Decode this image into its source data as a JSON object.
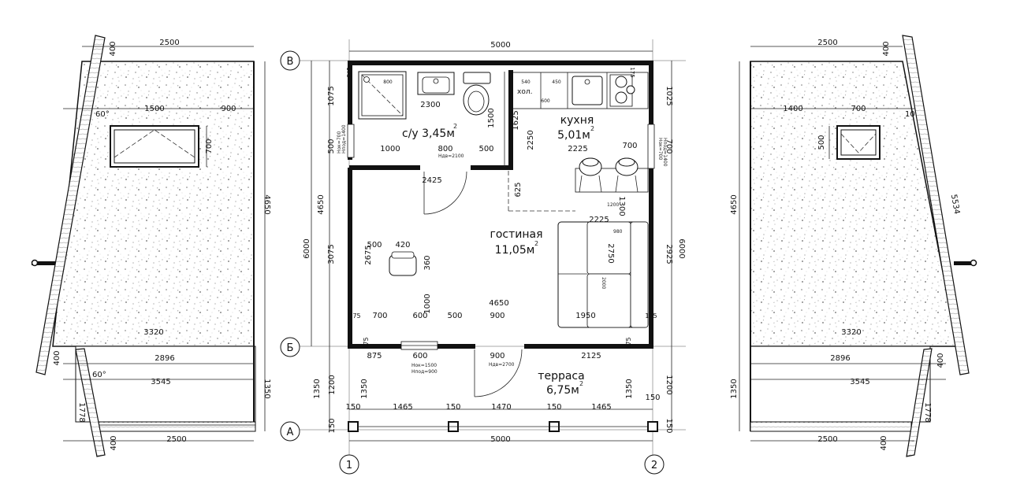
{
  "axes": {
    "V": "В",
    "B": "Б",
    "A": "А",
    "one": "1",
    "two": "2"
  },
  "rooms": {
    "bath_name": "с/у 3,45м",
    "bath_sup": "2",
    "kitchen_name": "кухня",
    "kitchen_area": "5,01м",
    "kitchen_sup": "2",
    "living_name": "гостиная",
    "living_area": "11,05м",
    "living_sup": "2",
    "terrace_name": "терраса",
    "terrace_area": "6,75м",
    "terrace_sup": "2",
    "fridge": "хол."
  },
  "dims": {
    "top5000": "5000",
    "bot5000": "5000",
    "l1075": "1075",
    "l500": "500",
    "l4650": "4650",
    "l3075": "3075",
    "l6000": "6000",
    "l1350": "1350",
    "l1200": "1200",
    "l150": "150",
    "r1025": "1025",
    "r700": "700",
    "r2925": "2925",
    "r6000": "6000",
    "r1350": "1350",
    "r1200": "1200",
    "r150": "150",
    "b800": "800",
    "b2300": "2300",
    "b1500": "1500",
    "b1000": "1000",
    "b800b": "800",
    "b500": "500",
    "k1625": "1625",
    "k2250": "2250",
    "k2225": "2225",
    "k700": "700",
    "k625": "625",
    "k540": "540",
    "k450": "450",
    "k600": "600",
    "c2425": "2425",
    "lv2225": "2225",
    "lv2750": "2750",
    "lv500": "500",
    "lv420": "420",
    "lv360": "360",
    "lv2675": "2675",
    "lv1000": "1000",
    "lv4650": "4650",
    "w700": "700",
    "w600": "600",
    "w500": "500",
    "w900": "900",
    "w1950": "1950",
    "s875": "875",
    "s600": "600",
    "s900": "900",
    "s2125": "2125",
    "t1465a": "1465",
    "t1470": "1470",
    "t1465b": "1465",
    "t150a": "150",
    "t150b": "150",
    "t150c": "150",
    "t150d": "150",
    "n175a": "175",
    "n175b": "175",
    "n175c": "175",
    "n175d": "175",
    "n175e": "175",
    "n175f": "175",
    "lt2500": "2500",
    "lt400": "400",
    "lt1500": "1500",
    "lt900": "900",
    "lt700": "700",
    "lt4650": "4650",
    "lt3320": "3320",
    "lt2896": "2896",
    "lt3545": "3545",
    "lt1350": "1350",
    "lt1778": "1778",
    "lt2500b": "2500",
    "lt400b": "400",
    "lt400c": "400",
    "lt60a": "60°",
    "lt60b": "60°",
    "rt2500": "2500",
    "rt400": "400",
    "rt1400": "1400",
    "rt700": "700",
    "rt500": "500",
    "rt4650": "4650",
    "rt5534": "5534",
    "rt3320": "3320",
    "rt2896": "2896",
    "rt3545": "3545",
    "rt1350": "1350",
    "rt1778": "1778",
    "rt2500b": "2500",
    "rt400b": "400",
    "rt400c": "400",
    "rt10": "10"
  },
  "notes": {
    "door1": "Hдв=2100",
    "door2": "Hдв=2700",
    "win1a": "Hок=1500",
    "win1b": "Hпод=900",
    "win2a": "Hок=700",
    "win2b": "Hпод=1400",
    "win3a": "Hок=700",
    "win3b": "Hпод=1400",
    "bar1": "1200",
    "sofa1": "980",
    "sofa2": "2000",
    "bar2": "1300"
  }
}
